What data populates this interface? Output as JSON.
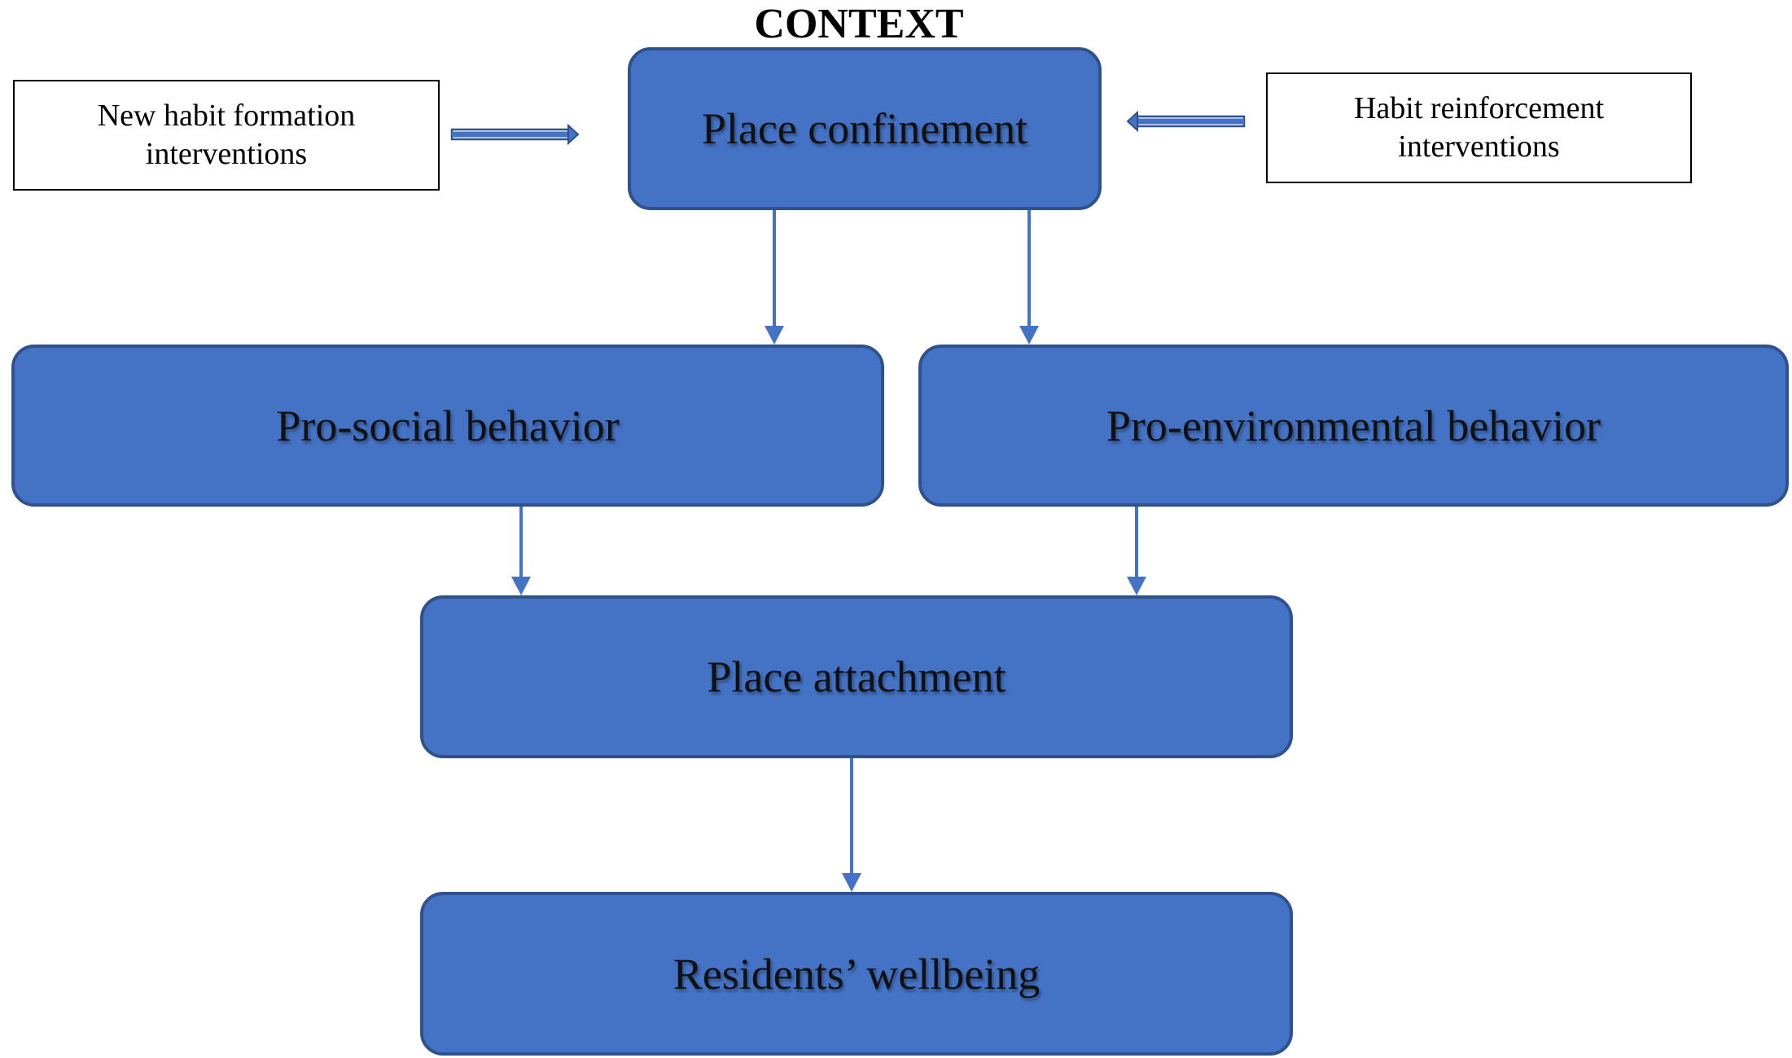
{
  "title": "CONTEXT",
  "nodes": {
    "place_confinement": "Place confinement",
    "pro_social": "Pro-social behavior",
    "pro_environmental": "Pro-environmental behavior",
    "place_attachment": "Place attachment",
    "wellbeing": "Residents’ wellbeing",
    "new_habit": "New habit formation\ninterventions",
    "habit_reinforcement": "Habit reinforcement\ninterventions"
  },
  "colors": {
    "box_fill": "#4472c4",
    "box_border": "#2f528f",
    "arrow": "#4472c4"
  }
}
